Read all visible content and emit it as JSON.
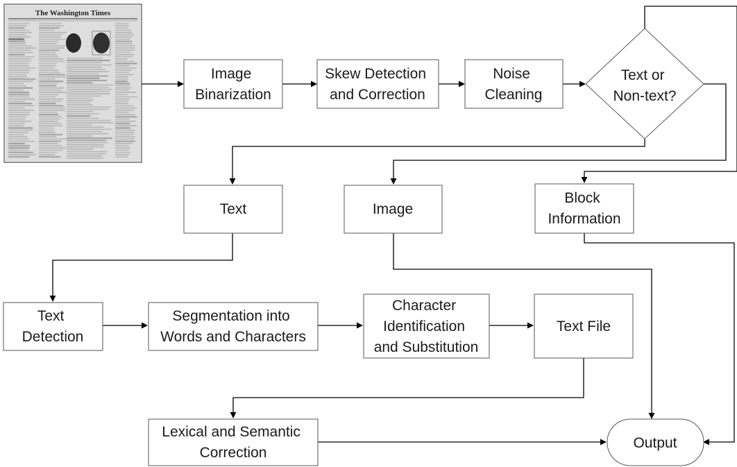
{
  "thumbnail": {
    "masthead": "The Washington Times"
  },
  "nodes": {
    "binarization": [
      "Image",
      "Binarization"
    ],
    "skew": [
      "Skew Detection",
      "and Correction"
    ],
    "noise": [
      "Noise",
      "Cleaning"
    ],
    "decision": [
      "Text or",
      "Non-text?"
    ],
    "text": [
      "Text"
    ],
    "image": [
      "Image"
    ],
    "block": [
      "Block",
      "Information"
    ],
    "text_detection": [
      "Text",
      "Detection"
    ],
    "segmentation": [
      "Segmentation into",
      "Words and Characters"
    ],
    "char_id": [
      "Character",
      "Identification",
      "and Substitution"
    ],
    "text_file": [
      "Text File"
    ],
    "lexical": [
      "Lexical and Semantic",
      "Correction"
    ],
    "output": [
      "Output"
    ]
  }
}
